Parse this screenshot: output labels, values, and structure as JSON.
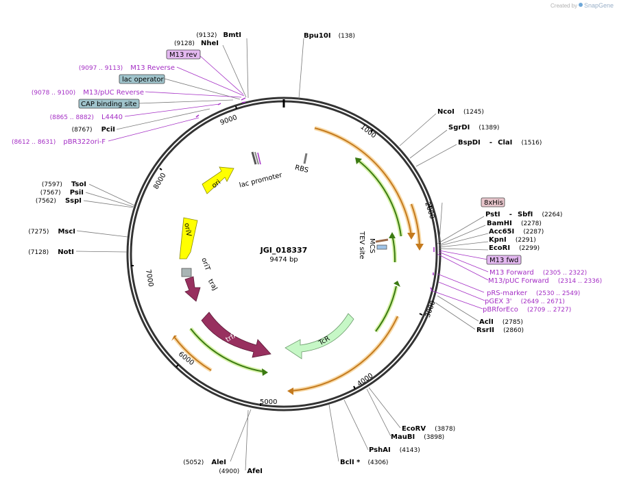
{
  "credit": {
    "text": "Created by",
    "brand": "SnapGene"
  },
  "plasmid": {
    "name": "JGI_018337",
    "size_label": "9474 bp"
  },
  "ruler_ticks": [
    "1000",
    "2000",
    "3000",
    "4000",
    "5000",
    "6000",
    "7000",
    "8000",
    "9000"
  ],
  "enzymes": {
    "bmti": {
      "name": "BmtI",
      "pos": "(9132)"
    },
    "nhei": {
      "name": "NheI",
      "pos": "(9128)"
    },
    "bpu10i": {
      "name": "Bpu10I",
      "pos": "(138)"
    },
    "ncoi": {
      "name": "NcoI",
      "pos": "(1245)"
    },
    "sgrdi": {
      "name": "SgrDI",
      "pos": "(1389)"
    },
    "bspdi": {
      "name": "BspDI",
      "sep": "-",
      "name2": "ClaI",
      "pos": "(1516)"
    },
    "psti": {
      "name": "PstI",
      "sep": "-",
      "name2": "SbfI",
      "pos": "(2264)"
    },
    "bamhi": {
      "name": "BamHI",
      "pos": "(2278)"
    },
    "acc65i": {
      "name": "Acc65I",
      "pos": "(2287)"
    },
    "kpni": {
      "name": "KpnI",
      "pos": "(2291)"
    },
    "ecori": {
      "name": "EcoRI",
      "pos": "(2299)"
    },
    "acli": {
      "name": "AclI",
      "pos": "(2785)"
    },
    "rsrii": {
      "name": "RsrII",
      "pos": "(2860)"
    },
    "ecorv": {
      "name": "EcoRV",
      "pos": "(3878)"
    },
    "maubi": {
      "name": "MauBI",
      "pos": "(3898)"
    },
    "pshai": {
      "name": "PshAI",
      "pos": "(4143)"
    },
    "bcli": {
      "name": "BclI *",
      "pos": "(4306)"
    },
    "alei": {
      "name": "AleI",
      "pos": "(5052)"
    },
    "afei": {
      "name": "AfeI",
      "pos": "(4900)"
    },
    "noti": {
      "name": "NotI",
      "pos": "(7128)"
    },
    "msci": {
      "name": "MscI",
      "pos": "(7275)"
    },
    "tsoi": {
      "name": "TsoI",
      "pos": "(7597)"
    },
    "psii": {
      "name": "PsiI",
      "pos": "(7567)"
    },
    "sspi": {
      "name": "SspI",
      "pos": "(7562)"
    },
    "pcii": {
      "name": "PciI",
      "pos": "(8767)"
    }
  },
  "primers": {
    "m13rev_box": "M13 rev",
    "m13reverse": {
      "name": "M13 Reverse",
      "pos": "(9097 .. 9113)"
    },
    "lac_operator_box": "lac operator",
    "m13puc_reverse": {
      "name": "M13/pUC Reverse",
      "pos": "(9078 .. 9100)"
    },
    "cap_box": "CAP binding site",
    "l4440": {
      "name": "L4440",
      "pos": "(8865 .. 8882)"
    },
    "pbr322ori": {
      "name": "pBR322ori-F",
      "pos": "(8612 .. 8631)"
    },
    "his_box": "8xHis",
    "m13fwd_box": "M13 fwd",
    "m13forward": {
      "name": "M13 Forward",
      "pos": "(2305 .. 2322)"
    },
    "m13puc_forward": {
      "name": "M13/pUC Forward",
      "pos": "(2314 .. 2336)"
    },
    "prs_marker": {
      "name": "pRS-marker",
      "pos": "(2530 .. 2549)"
    },
    "pgex3": {
      "name": "pGEX 3'",
      "pos": "(2649 .. 2671)"
    },
    "pbrforeco": {
      "name": "pBRforEco",
      "pos": "(2709 .. 2727)"
    }
  },
  "features": {
    "ori": "ori",
    "lac_promoter": "lac promoter",
    "rbs": "RBS",
    "tev_site": "TEV site",
    "mcs": "MCS",
    "oriv": "oriV",
    "orit": "oriT",
    "traj": "traJ",
    "trfa": "trfA",
    "tcr": "TcR"
  },
  "colors": {
    "backbone": "#333333",
    "orf_orange": "#c47a1e",
    "orf_green": "#3b7a12",
    "ori_yellow": "#ffff00",
    "trfa_maroon": "#98305f",
    "tcr_green": "#c6f7c6",
    "primer_purple": "#a32cc4",
    "box_teal": "#a0c4cc",
    "box_purple": "#e3b8f0",
    "box_pink": "#e8c6cc"
  }
}
